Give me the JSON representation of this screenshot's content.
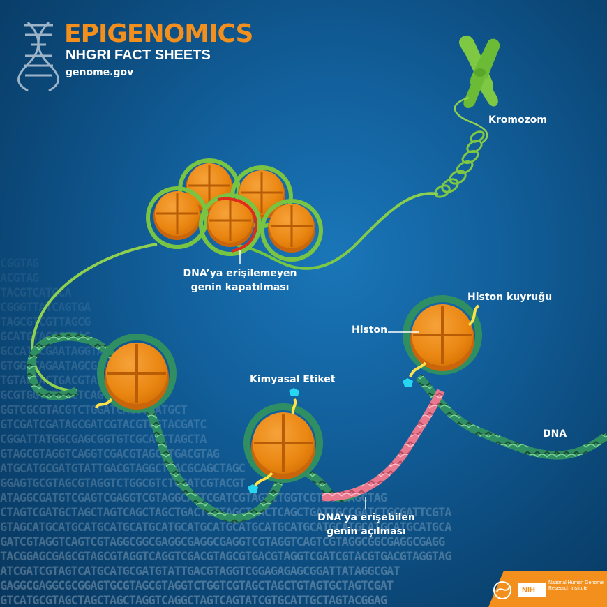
{
  "header": {
    "title": "EPIGENOMICS",
    "subtitle": "NHGRI FACT SHEETS",
    "url": "genome.gov"
  },
  "labels": {
    "chromosome": "Kromozom",
    "closed_line1": "DNA’ya erişilemeyen",
    "closed_line2": "genin kapatılması",
    "histone_tail": "Histon kuyruğu",
    "histone": "Histon",
    "chemical_tag": "Kimyasal Etiket",
    "dna": "DNA",
    "open_line1": "DNA’ya erişebilen",
    "open_line2": "genin açılması"
  },
  "footer": {
    "agency_badge": "NIH",
    "institute_line1": "National Human Genome",
    "institute_line2": "Research Institute"
  },
  "background_sequence": [
    "CGGTAG",
    "ACGTAG",
    "TACGTCATGCA",
    "CGGGTTATCAGTGA",
    "TAGCGTCGTTAGCG",
    "GCATGTACGGGTAG",
    "GCCATTCGAATAGGTAG",
    "GTGGTTAGAATAGCGAC",
    "TGTAGTACTGACGTACTTC",
    "GCGTGGTCTGGCTCAGTGGTCGTGGC",
    "GGTCGCGTACGTCTGGATCAGTGGATGCT",
    "GTCGATCGATAGCGATCGTACGTCGTACGATC",
    "CGGATTATGGCGAGCGGTGTCGCAGCTAGCTA",
    "GTAGCGTAGGTCAGGTCGACGTAGCGTGACGTAG",
    "ATGCATGCGATGTATTGACGTAGGCTGACGCAGCTAGC",
    "GGAGTGCGTAGCGTAGGTCTGGCGTCTCGATCGTACGT",
    "ATAGGCGATGTCGAGTCGAGGTCGTAGGCAGTCGATCGTAGTCTGGTCGTACGTAGCTAG",
    "CTAGTCGATGCTAGCTAGTCAGCTAGCTGACTGCTAGCTGACTCAGCTGATTGCCGATCTGCGATTCGTA",
    "GTAGCATGCATGCATGCATGCATGCATGCATGCATGCATGCATGCATGCATGCATGCATGCATGCATGCA",
    "GATCGTAGGTCAGTCGTAGGCGGCGAGGCGAGGCGAGGTCGTAGGTCAGTCGTAGGCGGCGAGGCGAGG",
    "TACGGAGCGAGCGTAGCGTAGGTCAGGTCGACGTAGCGTGACGTAGGTCGATCGTACGTGACGTAGGTAG",
    "ATCGATCGTAGTCATGCATGCGATGTATTGACGTAGGTCGGAGAGAGCGGATTATAGGCGAT",
    "GAGGCGAGGCGCGGAGTGCGTAGCGTAGGTCTGGTCGTAGCTAGCTGTAGTGCTAGTCGAT",
    "GTCATGCGTAGCTAGCTAGCTAGGTCAGGCTAGTCAGTATCGTGCATTGCTAGTACGGAG"
  ]
}
